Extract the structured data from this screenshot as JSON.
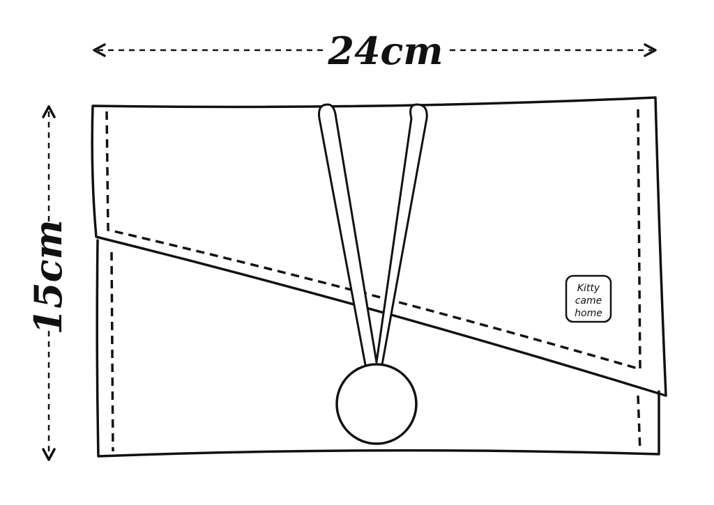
{
  "dimensions": {
    "width_label": "24cm",
    "height_label": "15cm"
  },
  "logo": {
    "lines": [
      "Kitty",
      "came",
      "home"
    ]
  }
}
